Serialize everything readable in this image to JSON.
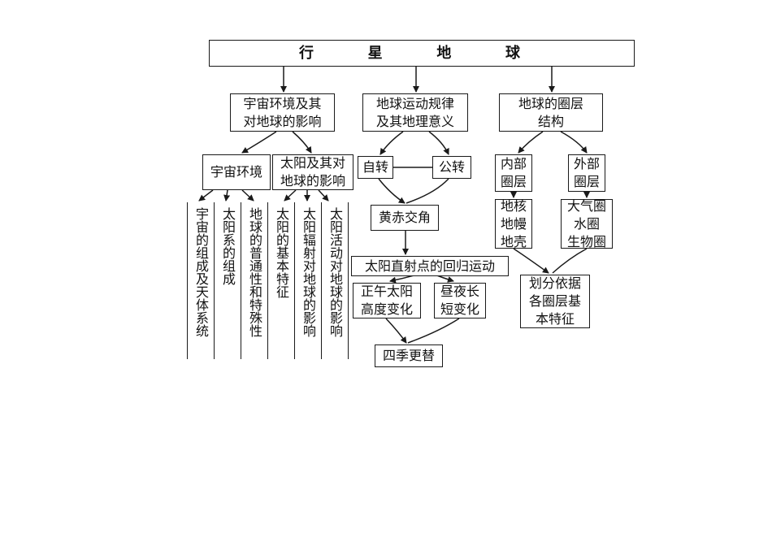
{
  "title_chars": [
    "行",
    "星",
    "地",
    "球"
  ],
  "nodes": {
    "cosmic_influence": "宇宙环境及其\n对地球的影响",
    "earth_motion": "地球运动规律\n及其地理意义",
    "earth_layers": "地球的圈层\n结构",
    "cosmic_env": "宇宙环境",
    "sun_influence": "太阳及其对\n地球的影响",
    "rotation": "自转",
    "revolution": "公转",
    "obliquity": "黄赤交角",
    "subsolar": "太阳直射点的回归运动",
    "noon_sun": "正午太阳\n高度变化",
    "daylength": "昼夜长\n短变化",
    "seasons": "四季更替",
    "inner_layers": "内部\n圈层",
    "outer_layers": "外部\n圈层",
    "inner_list": "地核\n地幔\n地壳",
    "outer_list": "大气圈\n水圈\n生物圈",
    "division": "划分依据\n各圈层基\n本特征"
  },
  "columns": [
    "宇宙的组成及天体系统",
    "太阳系的组成",
    "地球的普通性和特殊性",
    "太阳的基本特征",
    "太阳辐射对地球的影响",
    "太阳活动对地球的影响"
  ]
}
